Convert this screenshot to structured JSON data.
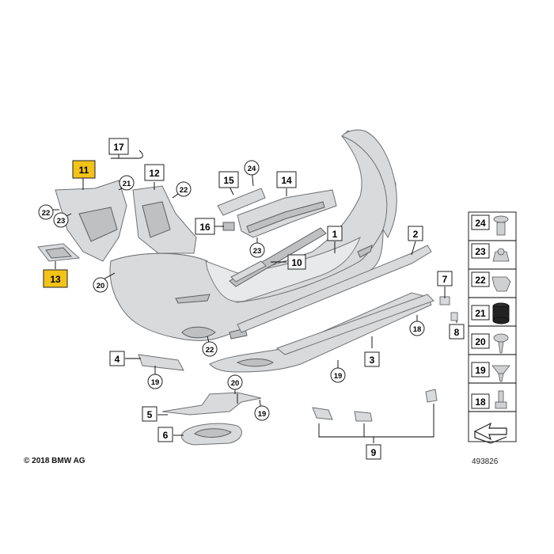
{
  "callouts": {
    "p1": "1",
    "p2": "2",
    "p3": "3",
    "p4": "4",
    "p5": "5",
    "p6": "6",
    "p7": "7",
    "p8": "8",
    "p9": "9",
    "p10": "10",
    "p11": "11",
    "p12": "12",
    "p13": "13",
    "p14": "14",
    "p15": "15",
    "p16": "16",
    "p17": "17"
  },
  "circles": {
    "c21": "21",
    "c22a": "22",
    "c22b": "22",
    "c22c": "22",
    "c23a": "23",
    "c23b": "23",
    "c24": "24",
    "c20a": "20",
    "c20b": "20",
    "c19a": "19",
    "c19b": "19",
    "c19c": "19",
    "c18": "18"
  },
  "legend": {
    "items": [
      "24",
      "23",
      "22",
      "21",
      "20",
      "19",
      "18"
    ]
  },
  "highlight_color": "#f3c318",
  "footer": {
    "copyright": "© 2018 BMW AG",
    "diagram_number": "493826"
  }
}
